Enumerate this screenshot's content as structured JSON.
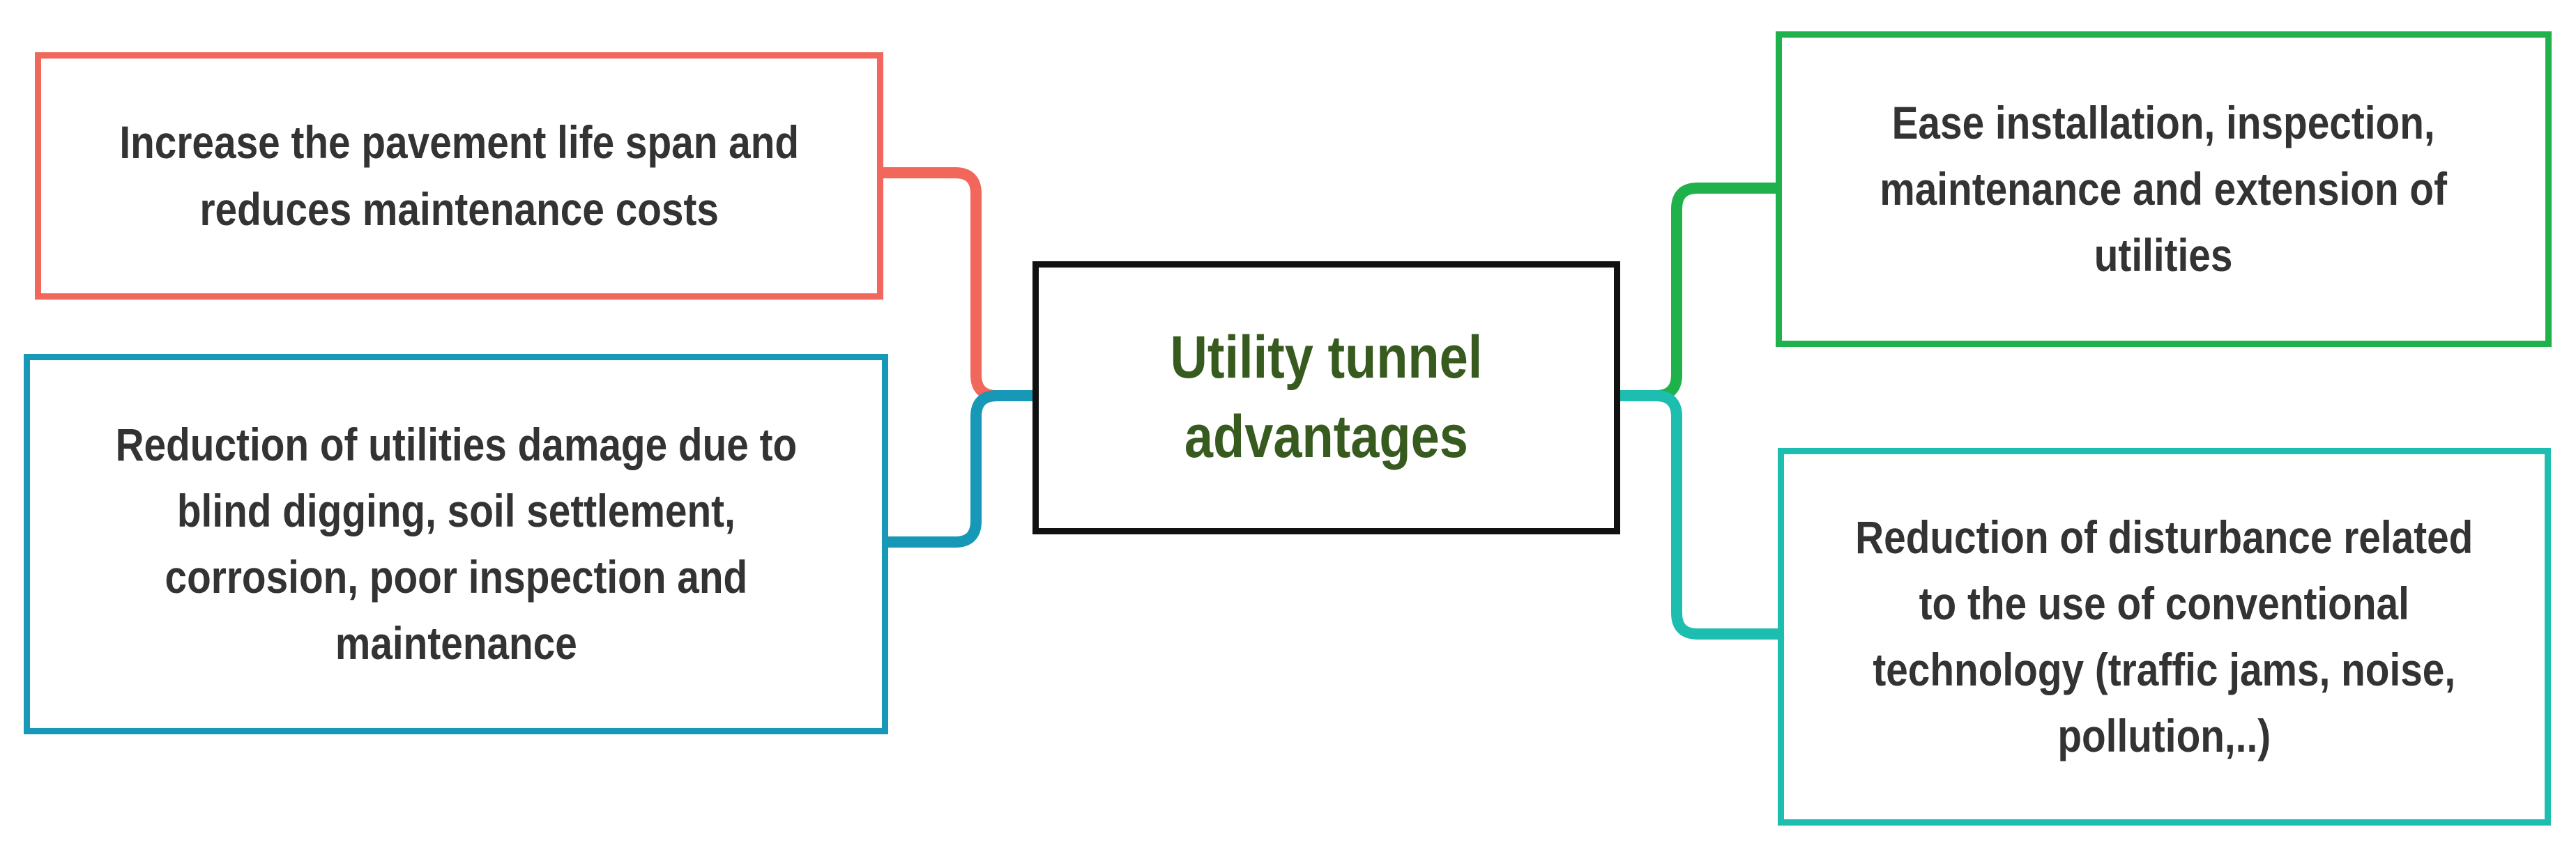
{
  "diagram": {
    "center": {
      "title": "Utility tunnel advantages",
      "title_line1": "Utility tunnel",
      "title_line2": "advantages",
      "color": "#375a1f"
    },
    "nodes": [
      {
        "lines": [
          "Increase the pavement life span and",
          "reduces maintenance costs"
        ],
        "color": "#f2675c"
      },
      {
        "lines": [
          "Reduction of utilities damage due to",
          "blind digging, soil settlement,",
          "corrosion, poor inspection and",
          "maintenance"
        ],
        "color": "#1798b6"
      },
      {
        "lines": [
          "Ease installation, inspection,",
          "maintenance and extension of",
          "utilities"
        ],
        "color": "#1fb24a"
      },
      {
        "lines": [
          "Reduction of disturbance related",
          "to the use of conventional",
          "technology (traffic jams, noise,",
          "pollution,..)"
        ],
        "color": "#1dbdb0"
      }
    ]
  }
}
